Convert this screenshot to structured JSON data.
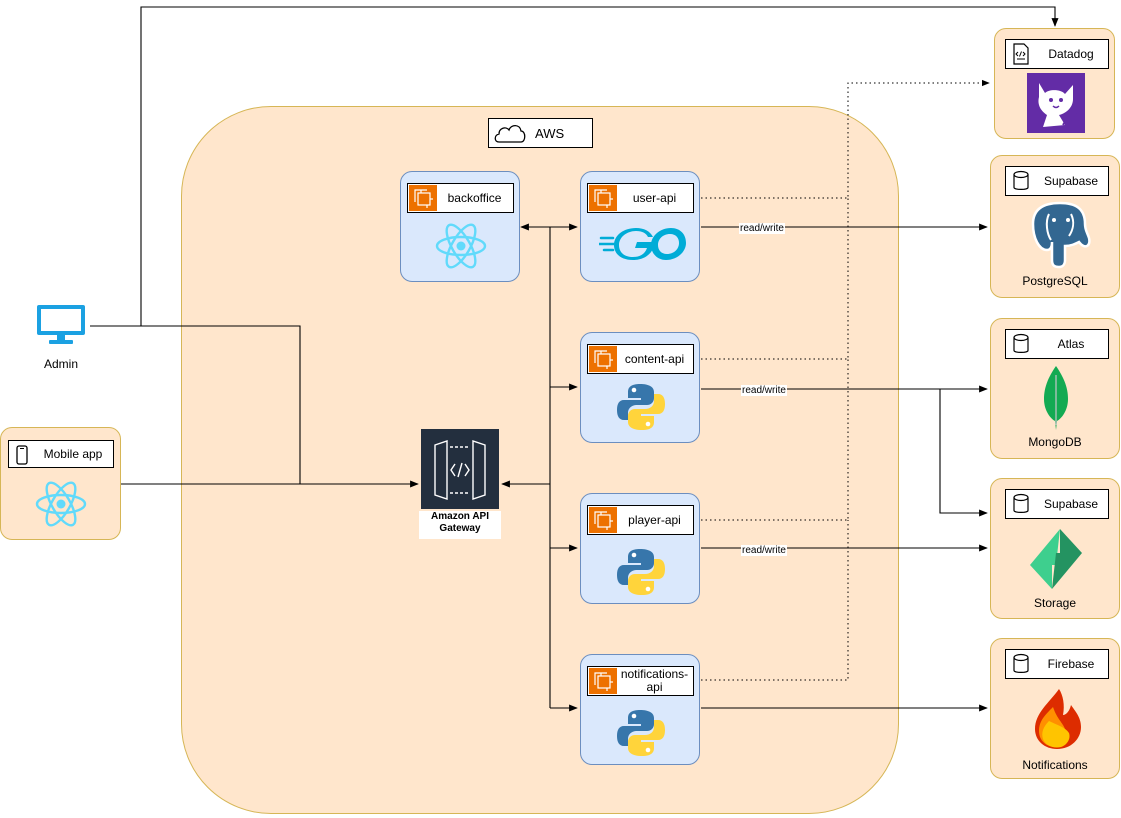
{
  "aws": {
    "label": "AWS",
    "icon": "cloud-icon"
  },
  "admin": {
    "label": "Admin",
    "icon": "monitor-icon"
  },
  "mobile_app": {
    "label": "Mobile app",
    "icon": "mobile-phone-icon",
    "logo": "react-logo"
  },
  "gateway": {
    "label": "Amazon API Gateway",
    "icon": "api-gateway-icon"
  },
  "services": [
    {
      "id": "backoffice",
      "label": "backoffice",
      "icon": "compute-chip-icon",
      "logo": "react-logo"
    },
    {
      "id": "user-api",
      "label": "user-api",
      "icon": "compute-chip-icon",
      "logo": "go-logo"
    },
    {
      "id": "content-api",
      "label": "content-api",
      "icon": "compute-chip-icon",
      "logo": "python-logo"
    },
    {
      "id": "player-api",
      "label": "player-api",
      "icon": "compute-chip-icon",
      "logo": "python-logo"
    },
    {
      "id": "notifications-api",
      "label": "notifications-api",
      "icon": "compute-chip-icon",
      "logo": "python-logo"
    }
  ],
  "externals": [
    {
      "id": "datadog",
      "title": "Datadog",
      "icon": "code-file-icon",
      "logo": "datadog-logo"
    },
    {
      "id": "supabase-db",
      "title": "Supabase",
      "caption": "PostgreSQL",
      "icon": "database-icon",
      "logo": "postgresql-logo"
    },
    {
      "id": "atlas",
      "title": "Atlas",
      "caption": "MongoDB",
      "icon": "database-icon",
      "logo": "mongodb-logo"
    },
    {
      "id": "supabase-storage",
      "title": "Supabase",
      "caption": "Storage",
      "icon": "database-icon",
      "logo": "supabase-logo"
    },
    {
      "id": "firebase",
      "title": "Firebase",
      "caption": "Notifications",
      "icon": "database-icon",
      "logo": "firebase-logo"
    }
  ],
  "edge_labels": [
    "read/write",
    "read/write",
    "read/write"
  ],
  "colors": {
    "region_fill": "#ffe6cc",
    "region_border": "#d6b656",
    "service_fill": "#dae8fc",
    "service_border": "#6c8ebf",
    "compute_orange": "#ed7100",
    "react": "#61dafb",
    "go": "#00acd7",
    "python_blue": "#3776ab",
    "python_yellow": "#ffd43b",
    "monitor": "#1ba1e2",
    "datadog": "#632ca6",
    "postgres": "#336791",
    "mongo": "#13aa52",
    "supabase": "#3ecf8e",
    "firebase": "#ff8f00"
  }
}
